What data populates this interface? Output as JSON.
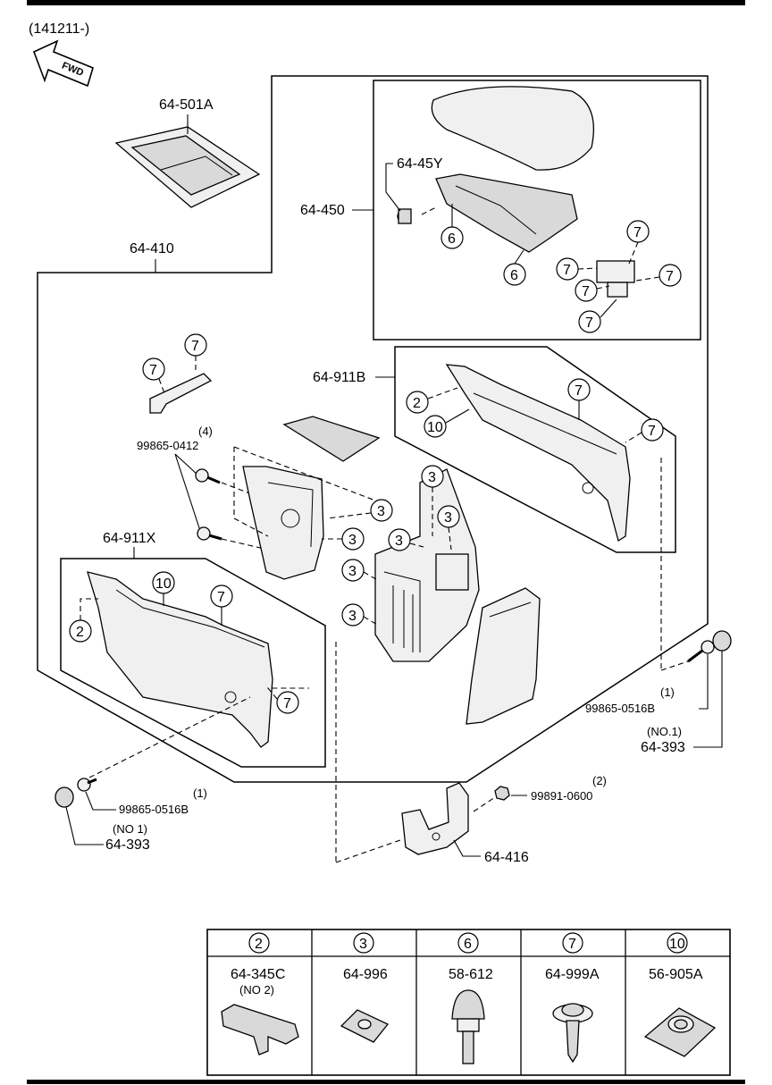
{
  "header": {
    "date_code": "(141211-)",
    "fwd": "FWD"
  },
  "labels": {
    "p64_501A": "64-501A",
    "p64_410": "64-410",
    "p64_450": "64-450",
    "p64_45Y": "64-45Y",
    "p64_911B": "64-911B",
    "p64_911X": "64-911X",
    "qty4": "(4)",
    "p99865_0412": "99865-0412",
    "qty1_right": "(1)",
    "p99865_0516B_right": "99865-0516B",
    "no1_right": "(NO.1)",
    "p64_393_right": "64-393",
    "qty1_left": "(1)",
    "p99865_0516B_left": "99865-0516B",
    "no1_left": "(NO 1)",
    "p64_393_left": "64-393",
    "qty2": "(2)",
    "p99891_0600": "99891-0600",
    "p64_416": "64-416"
  },
  "callouts": {
    "n2": "2",
    "n3": "3",
    "n6": "6",
    "n7": "7",
    "n10": "10"
  },
  "legend": {
    "columns": [
      {
        "key": "2",
        "part": "64-345C",
        "note": "(NO 2)",
        "icon": "clip-icon"
      },
      {
        "key": "3",
        "part": "64-996",
        "note": "",
        "icon": "nut-icon"
      },
      {
        "key": "6",
        "part": "58-612",
        "note": "",
        "icon": "pin-icon"
      },
      {
        "key": "7",
        "part": "64-999A",
        "note": "",
        "icon": "screw-icon"
      },
      {
        "key": "10",
        "part": "56-905A",
        "note": "",
        "icon": "clip-nut-icon"
      }
    ]
  }
}
